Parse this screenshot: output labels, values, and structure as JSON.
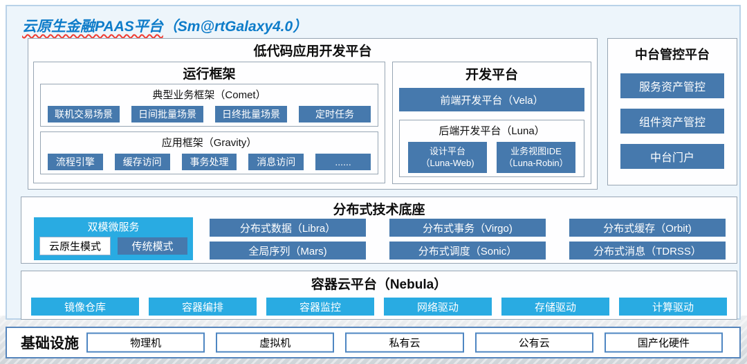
{
  "colors": {
    "steel_blue": "#4679AD",
    "cyan": "#29ABE2",
    "title_blue": "#0E7CC9",
    "underline_red": "#F03B30"
  },
  "title": {
    "cn": "云原生金融PAAS平台",
    "en": "（Sm@rtGalaxy4.0）"
  },
  "low_code": {
    "title": "低代码应用开发平台",
    "runtime": {
      "title": "运行框架",
      "comet": {
        "title": "典型业务框架（Comet）",
        "items": [
          "联机交易场景",
          "日间批量场景",
          "日终批量场景",
          "定时任务"
        ]
      },
      "gravity": {
        "title": "应用框架（Gravity）",
        "items": [
          "流程引擎",
          "缓存访问",
          "事务处理",
          "消息访问",
          "......"
        ]
      }
    },
    "dev": {
      "title": "开发平台",
      "frontend": "前端开发平台（Vela）",
      "backend": {
        "title": "后端开发平台（Luna）",
        "items": [
          {
            "line1": "设计平台",
            "line2": "（Luna-Web)"
          },
          {
            "line1": "业务视图IDE",
            "line2": "（Luna-Robin）"
          }
        ]
      }
    }
  },
  "middle_platform": {
    "title": "中台管控平台",
    "items": [
      "服务资产管控",
      "组件资产管控",
      "中台门户"
    ]
  },
  "distributed_base": {
    "title": "分布式技术底座",
    "dual_mode": {
      "title": "双模微服务",
      "cloud_native": "云原生模式",
      "traditional": "传统模式"
    },
    "row1": [
      "分布式数据（Libra）",
      "分布式事务（Virgo)",
      "分布式缓存（Orbit)"
    ],
    "row2": [
      "全局序列（Mars)",
      "分布式调度（Sonic）",
      "分布式消息（TDRSS）"
    ]
  },
  "container_platform": {
    "title": "容器云平台（Nebula）",
    "items": [
      "镜像仓库",
      "容器编排",
      "容器监控",
      "网络驱动",
      "存储驱动",
      "计算驱动"
    ]
  },
  "infrastructure": {
    "title": "基础设施",
    "items": [
      "物理机",
      "虚拟机",
      "私有云",
      "公有云",
      "国产化硬件"
    ]
  }
}
